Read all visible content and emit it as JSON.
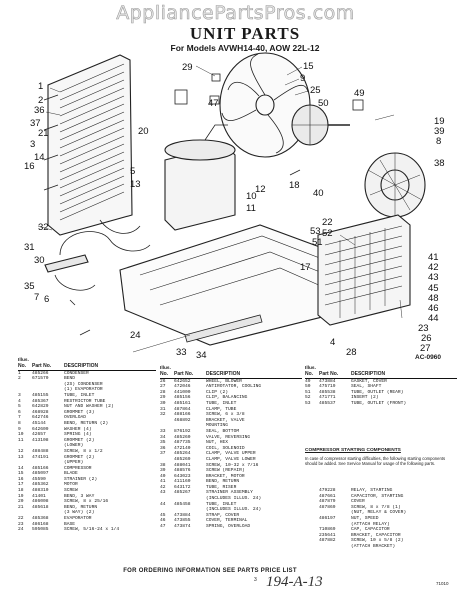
{
  "watermark": "AppliancePartsPros.com",
  "title": "UNIT PARTS",
  "subtitle": "For Models AVWH14-40, AOW 22L-12",
  "diagram": {
    "callouts": [
      "29",
      "15",
      "9",
      "25",
      "50",
      "49",
      "1",
      "36",
      "2",
      "37",
      "21",
      "3",
      "14",
      "16",
      "20",
      "12",
      "5",
      "13",
      "47",
      "10",
      "11",
      "19",
      "39",
      "8",
      "18",
      "40",
      "38",
      "41",
      "42",
      "43",
      "45",
      "48",
      "46",
      "44",
      "32",
      "31",
      "30",
      "35",
      "7",
      "6",
      "53",
      "51",
      "52",
      "22",
      "17",
      "23",
      "24",
      "4",
      "26",
      "27",
      "28",
      "33",
      "34"
    ],
    "ref": "AC-0960"
  },
  "headers": {
    "ill": "Illus.",
    "no": "No.",
    "part_no": "Part No.",
    "description": "DESCRIPTION"
  },
  "parts": {
    "col1": [
      [
        "1",
        "485266",
        "CONDENSER"
      ],
      [
        "2",
        "671570",
        "BEND"
      ],
      [
        "",
        "",
        "(2S) CONDENSER"
      ],
      [
        "",
        "",
        "(1) EVAPORATOR"
      ],
      [
        "3",
        "485155",
        "TUBE, INLET"
      ],
      [
        "4",
        "485367",
        "RESTRICTOR TUBE"
      ],
      [
        "5",
        "642829",
        "NUT AND WASHER (2)"
      ],
      [
        "6",
        "468928",
        "GROMMET (3)"
      ],
      [
        "7",
        "642746",
        "OVERLOAD"
      ],
      [
        "8",
        "45144",
        "BEND, RETURN (2)"
      ],
      [
        "9",
        "642609",
        "WASHER (4)"
      ],
      [
        "10",
        "42657",
        "SPRING (4)"
      ],
      [
        "11",
        "413108",
        "GROMMET (2)"
      ],
      [
        "",
        "",
        "(LOWER)"
      ],
      [
        "12",
        "488488",
        "SCREW, 8 x 1/2"
      ],
      [
        "13",
        "474191",
        "GROMMET (2)"
      ],
      [
        "",
        "",
        "(UPPER)"
      ],
      [
        "14",
        "485166",
        "COMPRESSOR"
      ],
      [
        "15",
        "485097",
        "BLADE"
      ],
      [
        "16",
        "45590",
        "STRAINER (2)"
      ],
      [
        "17",
        "485362",
        "MOTOR"
      ],
      [
        "18",
        "488310",
        "SCREW"
      ],
      [
        "19",
        "41401",
        "BEND, 3 WAY"
      ],
      [
        "20",
        "486008",
        "SCREW, 8 x 25/16"
      ],
      [
        "21",
        "485618",
        "BEND, RETURN"
      ],
      [
        "",
        "",
        "(3 WAY) (2)"
      ],
      [
        "22",
        "485368",
        "EVAPORATOR"
      ],
      [
        "23",
        "486168",
        "BASE"
      ],
      [
        "24",
        "595085",
        "SCREW, 5/16-24 x 1/4"
      ]
    ],
    "col2": [
      [
        "26",
        "642652",
        "WHEEL, BLOWER"
      ],
      [
        "27",
        "472046",
        "ANTIROTATOR, COOLING"
      ],
      [
        "28",
        "441000",
        "CLIP (2)"
      ],
      [
        "29",
        "485156",
        "CLIP, BALANCING"
      ],
      [
        "30",
        "485161",
        "TUBE, INLET"
      ],
      [
        "31",
        "487864",
        "CLAMP, TUBE"
      ],
      [
        "32",
        "488166",
        "SCREW, 6 x 3/8"
      ],
      [
        "",
        "468892",
        "BRACKET, VALVE"
      ],
      [
        "",
        "",
        "MOUNTING"
      ],
      [
        "33",
        "876192",
        "SEAL, BOTTOM"
      ],
      [
        "34",
        "485260",
        "VALVE, REVERSING"
      ],
      [
        "35",
        "487735",
        "NUT, HEX"
      ],
      [
        "36",
        "472140",
        "COIL, SOLENOID"
      ],
      [
        "37",
        "485264",
        "CLAMP, VALVE UPPER"
      ],
      [
        "",
        "485269",
        "CLAMP, VALVE LOWER"
      ],
      [
        "38",
        "488041",
        "SCREW, 10-32 x 7/16"
      ],
      [
        "39",
        "488576",
        "SCREW (REPAIR)"
      ],
      [
        "40",
        "643023",
        "BRACKET, MOTOR"
      ],
      [
        "41",
        "411160",
        "BEND, RETURN"
      ],
      [
        "42",
        "643172",
        "TUBE, RISER"
      ],
      [
        "43",
        "485267",
        "STRAINER ASSEMBLY"
      ],
      [
        "",
        "",
        "(INCLUDES ILLUS. 24)"
      ],
      [
        "44",
        "485458",
        "TUBE, INLET"
      ],
      [
        "",
        "",
        "(INCLUDES ILLUS. 24)"
      ],
      [
        "45",
        "473884",
        "STRAP, COVER"
      ],
      [
        "46",
        "473855",
        "COVER, TERMINAL"
      ],
      [
        "47",
        "473874",
        "SPRING, OVERLOAD"
      ]
    ],
    "col3": [
      [
        "49",
        "473884",
        "GASKET, COVER"
      ],
      [
        "50",
        "475719",
        "SEAL, SHAFT"
      ],
      [
        "51",
        "485538",
        "TUBE, OUTLET (REAR)"
      ],
      [
        "52",
        "471771",
        "INSERT (2)"
      ],
      [
        "53",
        "485537",
        "TUBE, OUTLET (FRONT)"
      ]
    ],
    "compressor_starting_title": "COMPRESSOR STARTING COMPONENTS",
    "compressor_note": "In case of compressor starting difficulties, the following starting components should be added. See Service Manual for usage of the following parts.",
    "compressor_parts": [
      [
        "",
        "479228",
        "RELAY, STARTING"
      ],
      [
        "",
        "487661",
        "CAPACITOR, STARTING"
      ],
      [
        "",
        "487879",
        "COVER"
      ],
      [
        "",
        "487869",
        "SCREW, 8 x 7/8 (1)"
      ],
      [
        "",
        "",
        "(NUT, RELAY & COVER)"
      ],
      [
        "",
        "486197",
        "NUT, SPEED"
      ],
      [
        "",
        "",
        "(ATTACH RELAY)"
      ],
      [
        "",
        "710869",
        "CAP, CAPACITOR"
      ],
      [
        "",
        "235641",
        "BRACKET, CAPACITOR"
      ],
      [
        "",
        "487882",
        "SCREW, 10 x 5/8 (2)"
      ],
      [
        "",
        "",
        "(ATTACH BRACKET)"
      ]
    ]
  },
  "footer": {
    "ordering": "FOR ORDERING INFORMATION SEE PARTS PRICE LIST",
    "page": "3",
    "handwritten": "194-A-13",
    "doc": "71010"
  }
}
